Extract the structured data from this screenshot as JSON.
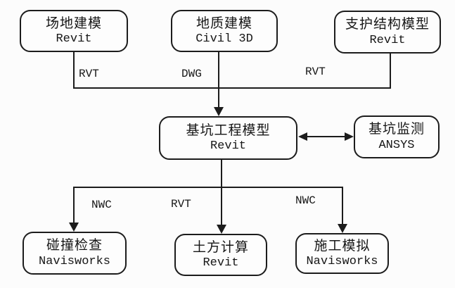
{
  "diagram": {
    "nodes": {
      "site": {
        "title": "场地建模",
        "subtitle": "Revit"
      },
      "geology": {
        "title": "地质建模",
        "subtitle": "Civil 3D"
      },
      "support": {
        "title": "支护结构模型",
        "subtitle": "Revit"
      },
      "pit": {
        "title": "基坑工程模型",
        "subtitle": "Revit"
      },
      "monitoring": {
        "title": "基坑监测",
        "subtitle": "ANSYS"
      },
      "clash": {
        "title": "碰撞检查",
        "subtitle": "Navisworks"
      },
      "earthwork": {
        "title": "土方计算",
        "subtitle": "Revit"
      },
      "simulation": {
        "title": "施工模拟",
        "subtitle": "Navisworks"
      }
    },
    "edge_labels": {
      "site_to_pit": "RVT",
      "geology_to_pit": "DWG",
      "support_to_pit": "RVT",
      "pit_to_clash": "NWC",
      "pit_to_earthwork": "RVT",
      "pit_to_simulation": "NWC"
    },
    "colors": {
      "line": "#1c1c1c",
      "background": "#fcfcfc",
      "box_fill": "#fdfdfd"
    }
  }
}
